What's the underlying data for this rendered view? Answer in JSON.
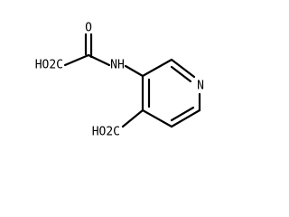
{
  "molecule": {
    "labels": {
      "carbonyl_oxygen": "O",
      "acid_left": "HO2C",
      "amide_nh": "NH",
      "ring_nitrogen": "N",
      "acid_bottom": "HO2C"
    },
    "colors": {
      "ink": "#000000",
      "background": "#ffffff"
    }
  }
}
